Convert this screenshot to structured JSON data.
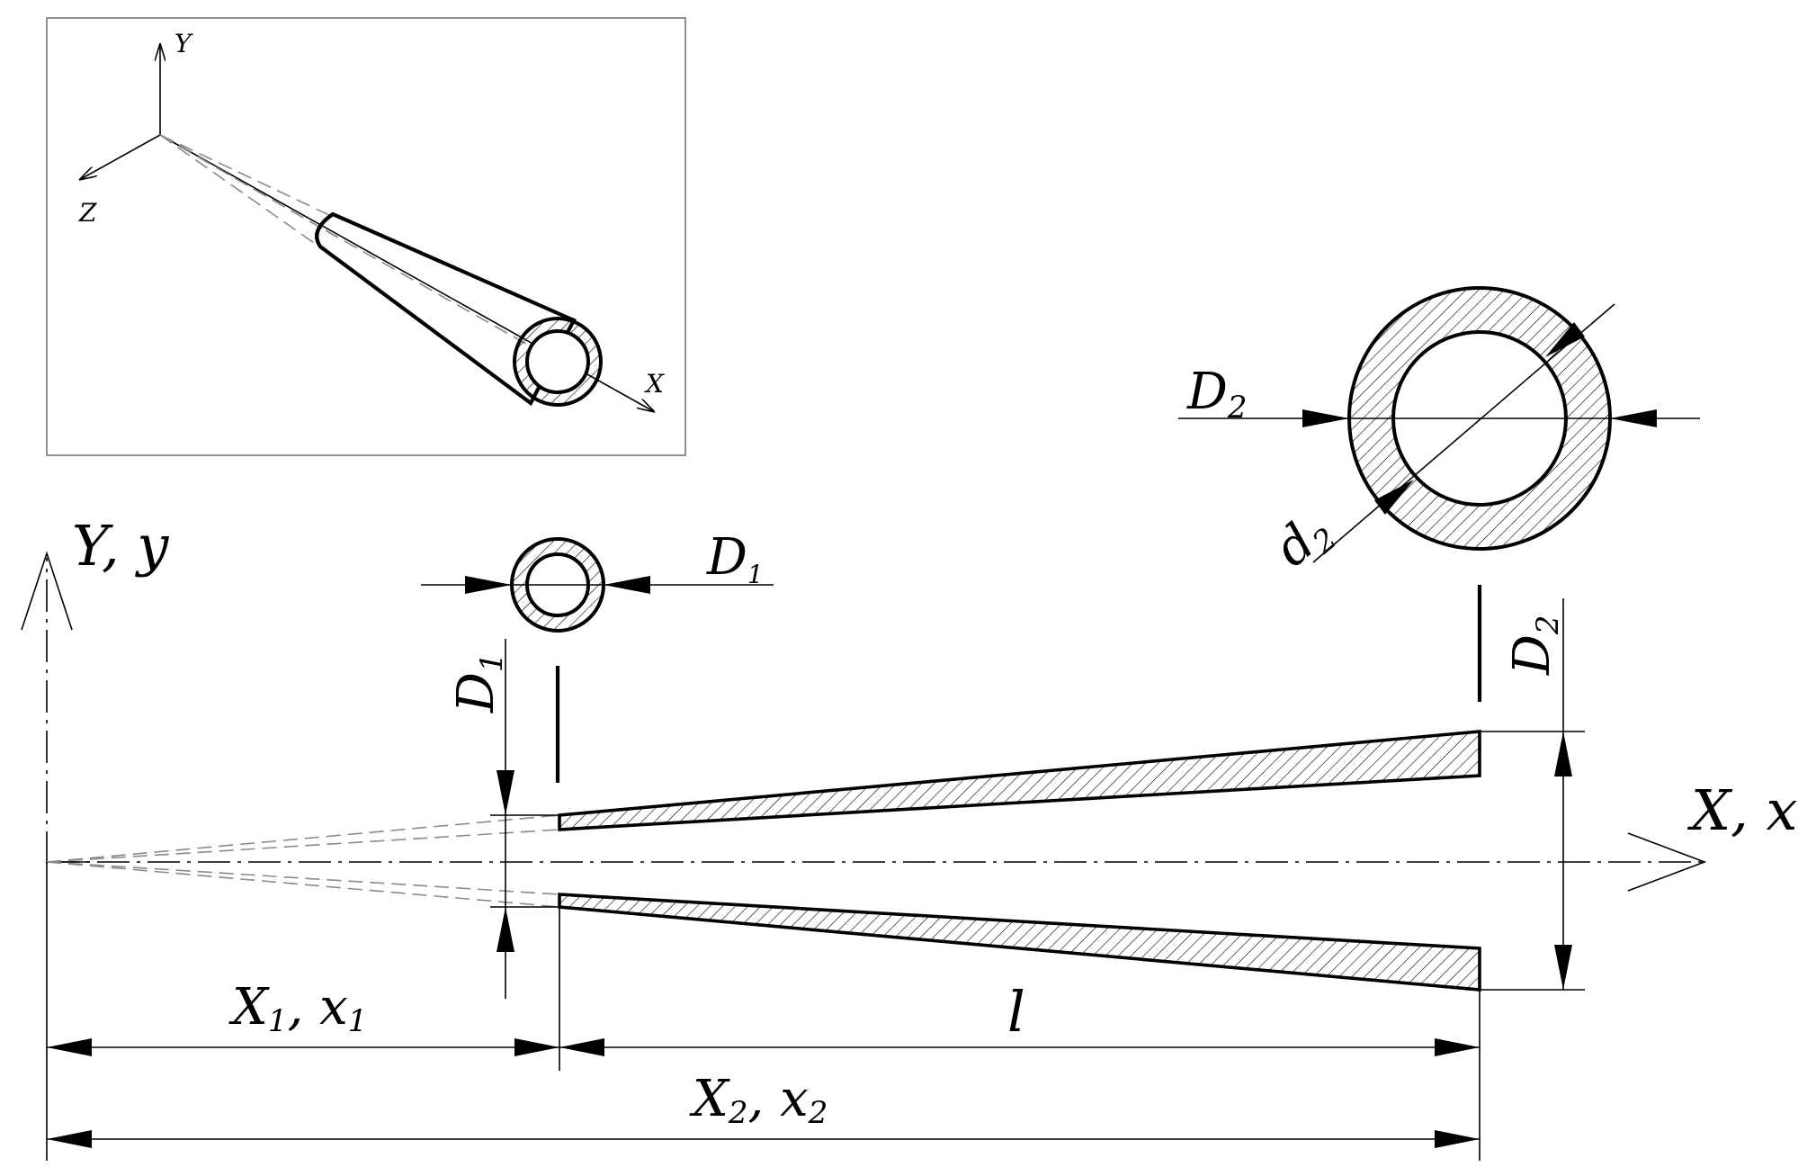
{
  "inset": {
    "axis_y": "Y",
    "axis_z": "Z",
    "axis_x": "X"
  },
  "main": {
    "axis_y": "Y, y",
    "axis_x": "X, x",
    "dim_d1_top": "D",
    "dim_d1_top_sub": "1",
    "dim_d1_left": "D",
    "dim_d1_left_sub": "1",
    "dim_d2_top": "D",
    "dim_d2_top_sub": "2",
    "dim_d2_right": "D",
    "dim_d2_right_sub": "2",
    "dim_small_d2": "d",
    "dim_small_d2_sub": "2",
    "dim_x1": "X",
    "dim_x1_sub": "1",
    "dim_x1_lower": "x",
    "dim_x1_lower_sub": "1",
    "dim_l": "l",
    "dim_x2": "X",
    "dim_x2_sub": "2",
    "dim_x2_lower": "x",
    "dim_x2_lower_sub": "2"
  }
}
